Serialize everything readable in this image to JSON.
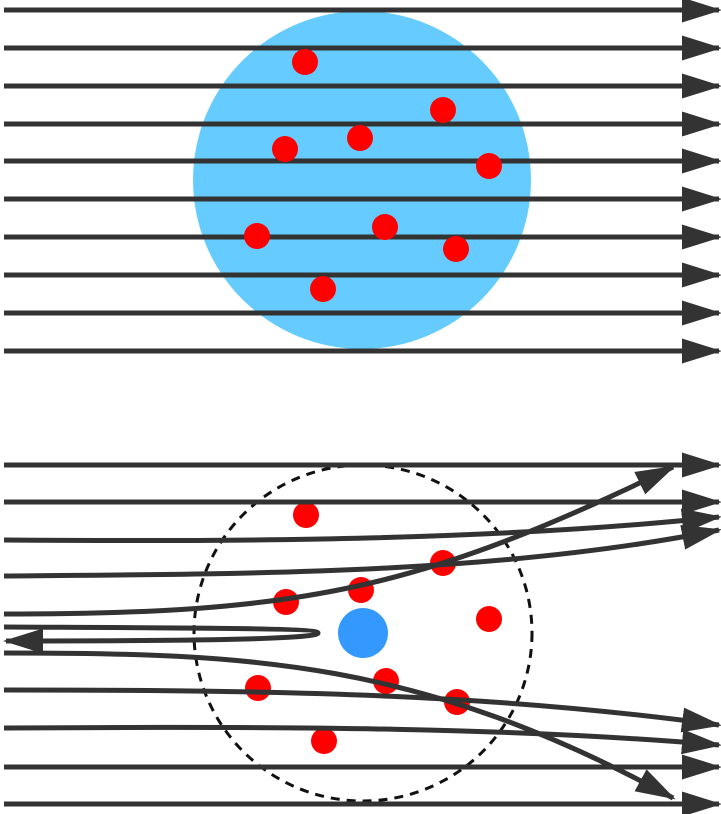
{
  "colors": {
    "beam": "#333333",
    "positive_sphere": "#66ccff",
    "electron": "#ff0000",
    "nucleus": "#3399ff",
    "atom_outline": "#111111"
  },
  "panels": [
    {
      "name": "thomson-model",
      "electron_count": 9,
      "particle_paths": 10
    },
    {
      "name": "rutherford-model",
      "electron_count": 9,
      "particle_paths": 11
    }
  ]
}
